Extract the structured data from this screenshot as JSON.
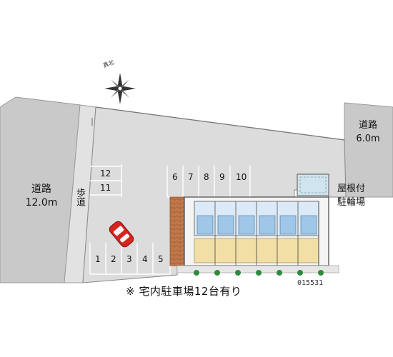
{
  "map": {
    "north_label": "真北",
    "main_road": {
      "name": "道路",
      "width": "12.0m"
    },
    "side_road": {
      "name": "道路",
      "width": "6.0m"
    },
    "sidewalk": "歩道",
    "bicycle_parking": {
      "line1": "屋根付",
      "line2": "駐輪場"
    },
    "note": "※ 宅内駐車場12台有り",
    "code": "015531",
    "parking": {
      "row_left": [
        "1",
        "2",
        "3",
        "4",
        "5"
      ],
      "row_top": [
        "6",
        "7",
        "8",
        "9",
        "10"
      ],
      "stack": [
        "12",
        "11"
      ]
    },
    "colors": {
      "road": "#c9c9c9",
      "lot": "#dcdcdc",
      "brick": "#c2794a",
      "room_blue": "#9fc7e8",
      "room_yellow": "#f2dfa6",
      "tree": "#2e8b3e",
      "car": "#d8231e"
    }
  }
}
